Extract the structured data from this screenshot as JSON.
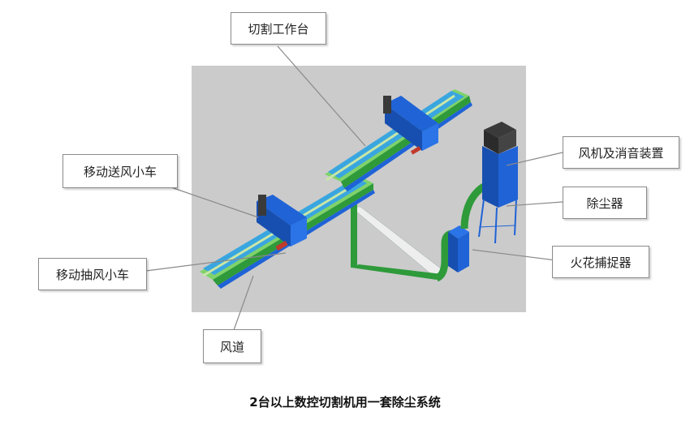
{
  "labels": {
    "cutting_table": "切割工作台",
    "fan_muffler": "风机及消音装置",
    "dust_collector": "除尘器",
    "mobile_supply_cart": "移动送风小车",
    "mobile_exhaust_cart": "移动抽风小车",
    "spark_arrestor": "火花捕捉器",
    "air_duct": "风道"
  },
  "caption": "2台以上数控切割机用一套除尘系统",
  "colors": {
    "viewport_bg": "#cbcbcb",
    "machine_blue": "#1f63d6",
    "table_cyan": "#3aa6e0",
    "duct_green": "#2e9a3a",
    "rail_light_green": "#c8e6a8",
    "dark_housing": "#3a3a3a",
    "leader_line": "#8a8a8a"
  }
}
